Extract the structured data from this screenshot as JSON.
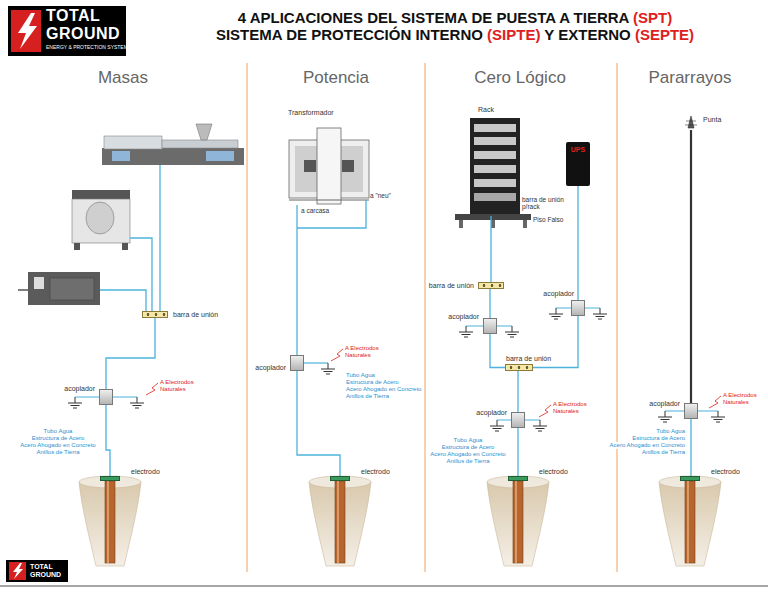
{
  "diagram": {
    "title": "4 APLICACIONES DEL SISTEMA DE PUESTA A TIERRA (SPT) SISTEMA DE PROTECCIÓN INTERNO (SIPTE) Y EXTERNO (SEPTE)",
    "nodes": [
      {
        "text": [
          "barra de unión"
        ]
      },
      {
        "text": [
          "acoplador"
        ]
      },
      {
        "text": [
          "electrodo"
        ]
      },
      {
        "text": [
          "Transformador"
        ]
      },
      {
        "text": [
          "acoplador"
        ]
      },
      {
        "text": [
          "electrodo"
        ]
      },
      {
        "text": [
          "Rack"
        ]
      },
      {
        "text": [
          "UPS"
        ]
      },
      {
        "text": [
          "barra de unión"
        ]
      },
      {
        "text": [
          "acoplador"
        ]
      },
      {
        "text": [
          "acoplador"
        ]
      },
      {
        "text": [
          "barra de unión"
        ]
      },
      {
        "text": [
          "acoplador"
        ]
      },
      {
        "text": [
          "electrodo"
        ]
      },
      {
        "text": [
          "Punta"
        ]
      },
      {
        "text": [
          "acoplador"
        ]
      },
      {
        "text": [
          "electrodo"
        ]
      }
    ],
    "edges": [
      {
        "from": 0,
        "to": 1,
        "arrow": "none"
      },
      {
        "from": 1,
        "to": 2,
        "arrow": "none"
      },
      {
        "from": 3,
        "to": 4,
        "arrow": "none"
      },
      {
        "from": 4,
        "to": 5,
        "arrow": "none"
      },
      {
        "from": 6,
        "to": 8,
        "arrow": "none"
      },
      {
        "from": 8,
        "to": 9,
        "arrow": "none"
      },
      {
        "from": 9,
        "to": 11,
        "arrow": "none"
      },
      {
        "from": 7,
        "to": 10,
        "arrow": "none"
      },
      {
        "from": 10,
        "to": 11,
        "arrow": "none"
      },
      {
        "from": 11,
        "to": 12,
        "arrow": "none"
      },
      {
        "from": 12,
        "to": 13,
        "arrow": "none"
      },
      {
        "from": 14,
        "to": 15,
        "arrow": "none"
      },
      {
        "from": 15,
        "to": 16,
        "arrow": "none"
      }
    ],
    "labels": [
      "TOTAL",
      "GROUND",
      "ENERGY & PROTECTION SYSTEM",
      "Masas",
      "Potencia",
      "Cero Lógico",
      "Pararrayos",
      "A Electrodos Naturales",
      "Tubo Agua",
      "Estructura de Acero",
      "Acero Ahogado en Concreto",
      "Anillos de Tierra",
      "a carcasa",
      "a \"neu\"",
      "A Electrodos Naturales",
      "Tubo Agua",
      "Estructura de Acero",
      "Acero Ahogado en Concreto",
      "Anillos de Tierra",
      "barra de unión p/rack",
      "Piso Falso",
      "A Electrodos Naturales",
      "Tubo Agua",
      "Estructura de Acero",
      "Acero Ahogado en Concreto",
      "Anillos de Tierra",
      "A Electrodos Naturales",
      "Tubo Agua",
      "Estructura de Acero",
      "Acero Ahogado en Concreto",
      "Anillos de Tierra",
      "TOTAL",
      "GROUND"
    ]
  }
}
